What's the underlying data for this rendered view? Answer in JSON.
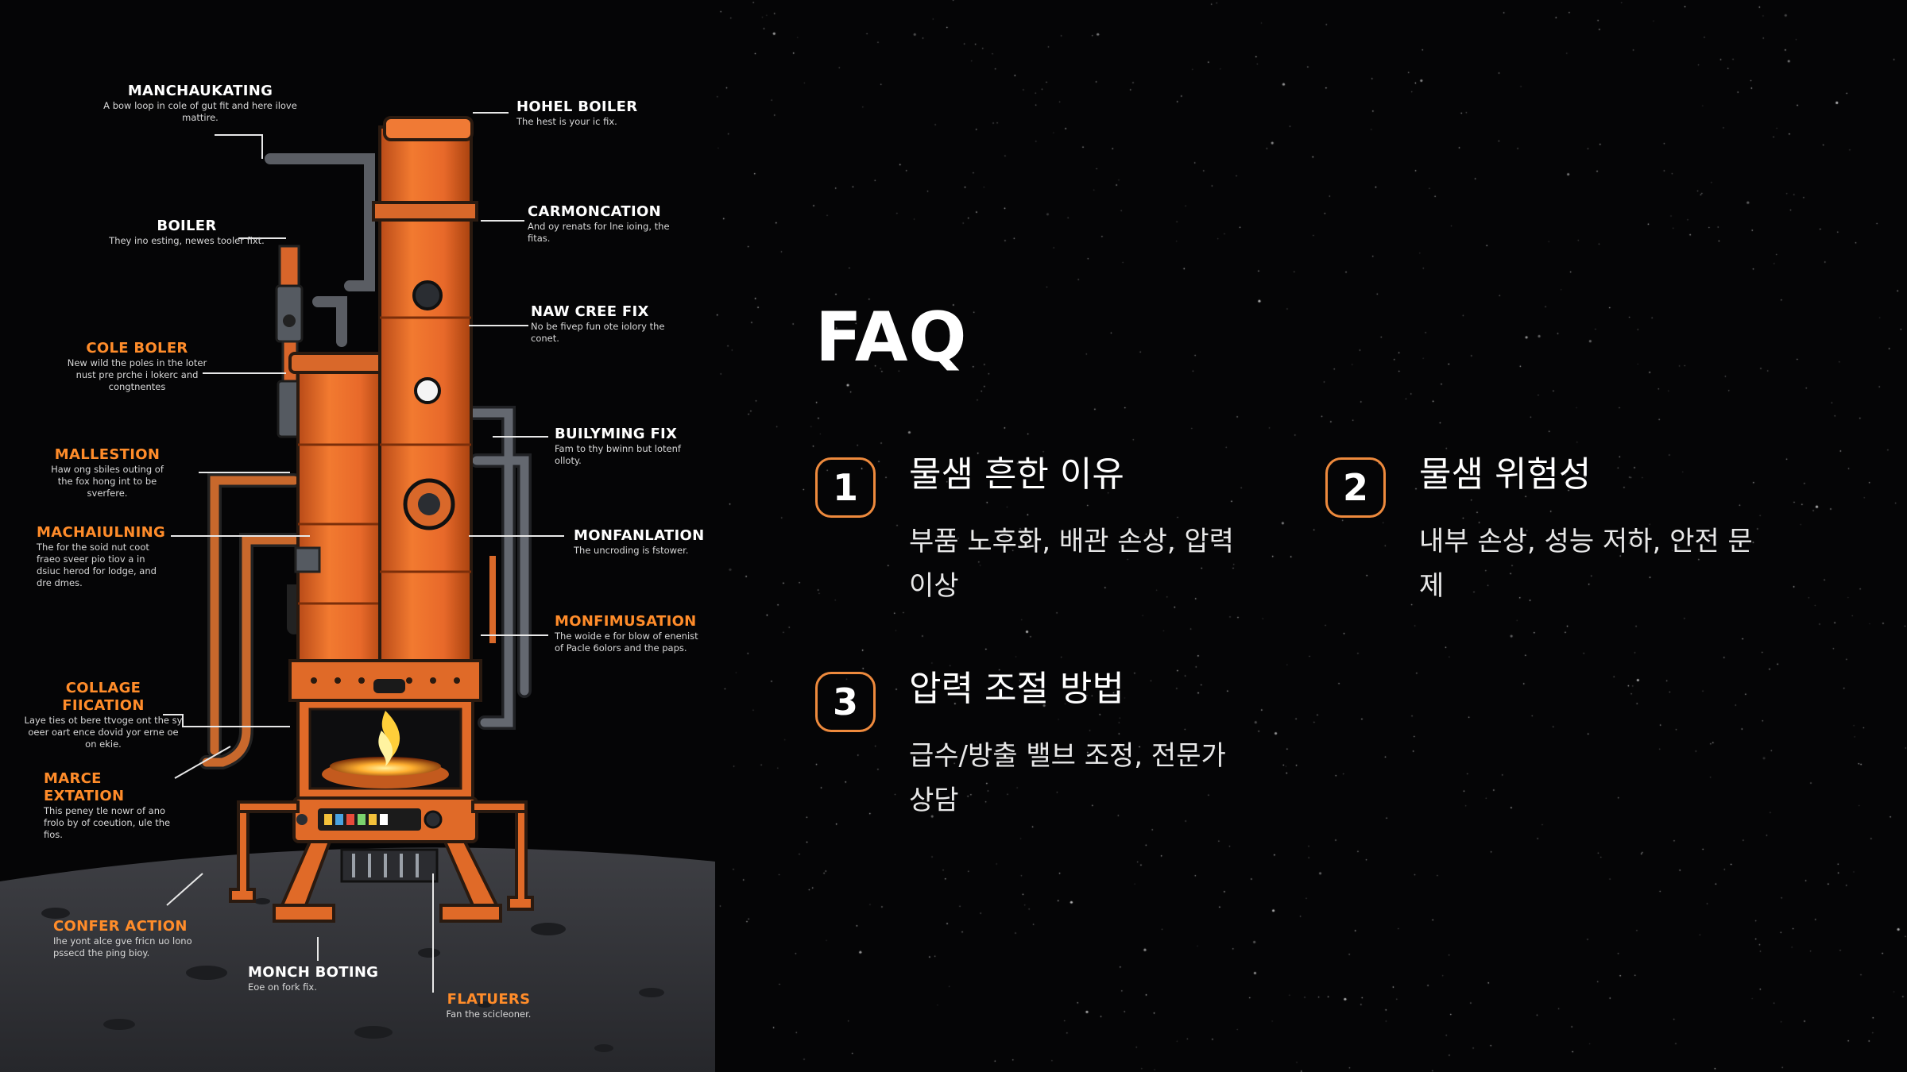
{
  "illustration": {
    "labels": [
      {
        "title": "MANCHAUKATING",
        "desc": "A bow loop in cole of gut fit and here ilove mattire."
      },
      {
        "title": "HOHEL BOILER",
        "desc": "The hest is your ic fix."
      },
      {
        "title": "BOILER",
        "desc": "They ino esting, newes tooler fixt."
      },
      {
        "title": "CARMONCATION",
        "desc": "And oy renats for lne ioing, the fitas."
      },
      {
        "title": "NAW CREE FIX",
        "desc": "No be fivep fun ote iolory the conet."
      },
      {
        "title": "COLE BOLER",
        "desc": "New wild the poles in the loter nust pre prche i lokerc and congtnentes"
      },
      {
        "title": "BUILYMING FIX",
        "desc": "Fam to thy bwinn but lotenf olloty."
      },
      {
        "title": "MALLESTION",
        "desc": "Haw ong sbiles outing of the fox hong int to be sverfere."
      },
      {
        "title": "MACHAIULNING",
        "desc": "The for the soid nut coot fraeo sveer pio tiov a in dsiuc herod for lodge, and dre dmes."
      },
      {
        "title": "MONFANLATION",
        "desc": "The uncroding is fstower."
      },
      {
        "title": "MONFIMUSATION",
        "desc": "The woide e for blow of enenist of Pacle 6olors and the paps."
      },
      {
        "title": "COLLAGE FIICATION",
        "desc": "Laye ties ot bere ttvoge ont the sy oeer oart ence dovid yor erne oe on ekie."
      },
      {
        "title": "MARCE EXTATION",
        "desc": "This peney tle nowr of ano frolo by of coeution, ule the fios."
      },
      {
        "title": "CONFER ACTION",
        "desc": "Ihe yont alce gve fricn uo lono pssecd the ping bioy."
      },
      {
        "title": "MONCH BOTING",
        "desc": "Eoe on fork fix."
      },
      {
        "title": "FLATUERS",
        "desc": "Fan the scicleoner."
      }
    ]
  },
  "faq": {
    "title": "FAQ",
    "items": [
      {
        "number": "1",
        "question": "물샘 흔한 이유",
        "answer": "부품 노후화, 배관 손상, 압력 이상"
      },
      {
        "number": "2",
        "question": "물샘 위험성",
        "answer": "내부 손상, 성능 저하, 안전 문제"
      },
      {
        "number": "3",
        "question": "압력 조절 방법",
        "answer": "급수/방출 밸브 조정, 전문가 상담"
      }
    ]
  },
  "colors": {
    "background": "#050506",
    "accent": "#ee8a3d",
    "orange_body": "#e8692a",
    "text": "#ffffff"
  }
}
